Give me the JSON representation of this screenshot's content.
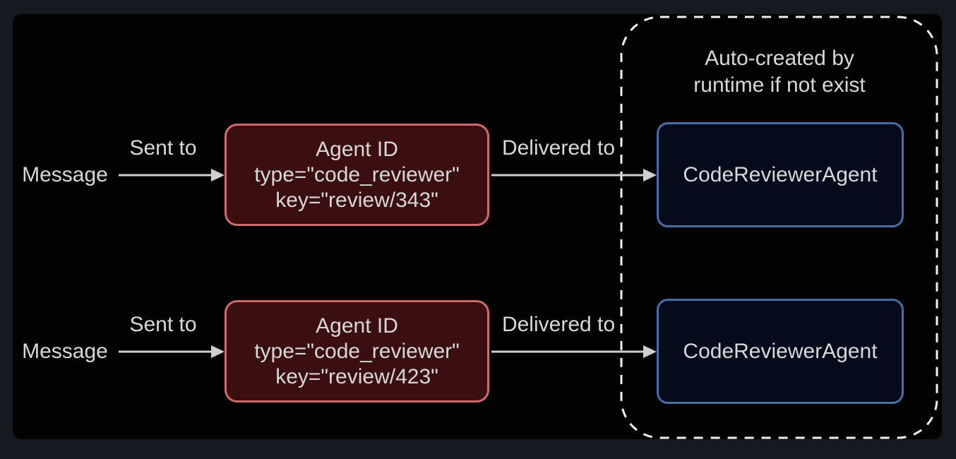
{
  "colors": {
    "page_bg": "#171920",
    "panel_bg": "#020203",
    "text": "#d8d8d8",
    "arrow": "#cfcfcf",
    "dashed_border": "#f0f0f0",
    "agent_id_fill": "#3b0e10",
    "agent_id_border": "#cf6b6d",
    "agent_fill": "#060b1b",
    "agent_border": "#4a6da8"
  },
  "flows": [
    {
      "source": "Message",
      "edge1": "Sent to",
      "agent_id": {
        "line1": "Agent ID",
        "line2": "type=\"code_reviewer\"",
        "line3": "key=\"review/343\""
      },
      "edge2": "Delivered to",
      "target": "CodeReviewerAgent"
    },
    {
      "source": "Message",
      "edge1": "Sent to",
      "agent_id": {
        "line1": "Agent ID",
        "line2": "type=\"code_reviewer\"",
        "line3": "key=\"review/423\""
      },
      "edge2": "Delivered to",
      "target": "CodeReviewerAgent"
    }
  ],
  "container_note": {
    "line1": "Auto-created by",
    "line2": "runtime if not exist"
  }
}
